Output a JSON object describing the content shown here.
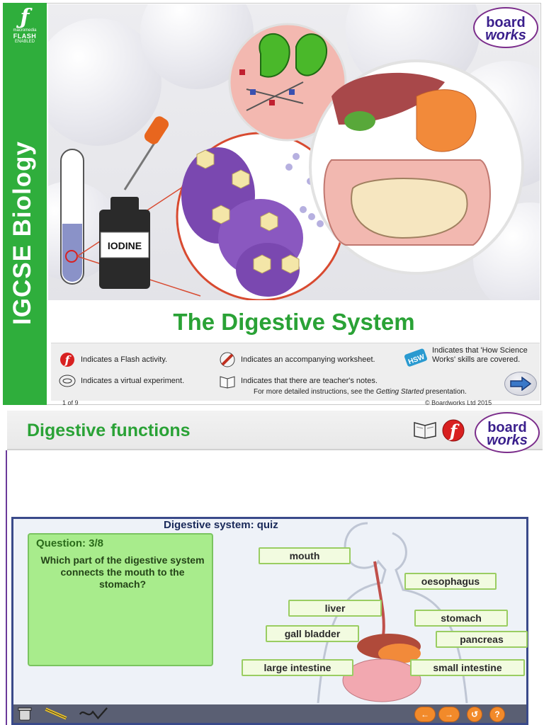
{
  "slide1": {
    "sidebar_title": "IGCSE Biology",
    "flash_badge": {
      "macromedia": "macromedia",
      "flash": "FLASH",
      "enabled": "ENABLED"
    },
    "logo": {
      "line1": "board",
      "line2": "works"
    },
    "iodine_label": "IODINE",
    "title": "The Digestive System",
    "legend": {
      "flash": "Indicates a Flash activity.",
      "worksheet": "Indicates an accompanying worksheet.",
      "hsw": "Indicates that 'How Science Works' skills are covered.",
      "hsw_badge": "HSW",
      "virtual": "Indicates a virtual experiment.",
      "notes": "Indicates that there are teacher's notes.",
      "instructions_pre": "For more detailed instructions, see the",
      "instructions_em": "Getting Started",
      "instructions_post": "presentation."
    },
    "page_number": "1 of 9",
    "copyright": "© Boardworks Ltd 2015"
  },
  "slide2": {
    "title": "Digestive functions",
    "logo": {
      "line1": "board",
      "line2": "works"
    },
    "quiz": {
      "title": "Digestive system: quiz",
      "question_number": "Question: 3/8",
      "question_text": "Which part of the digestive system connects the mouth to the stomach?",
      "labels": {
        "mouth": "mouth",
        "oesophagus": "oesophagus",
        "liver": "liver",
        "stomach": "stomach",
        "gall_bladder": "gall bladder",
        "pancreas": "pancreas",
        "large_intestine": "large intestine",
        "small_intestine": "small intestine"
      },
      "help_symbol": "?"
    }
  }
}
